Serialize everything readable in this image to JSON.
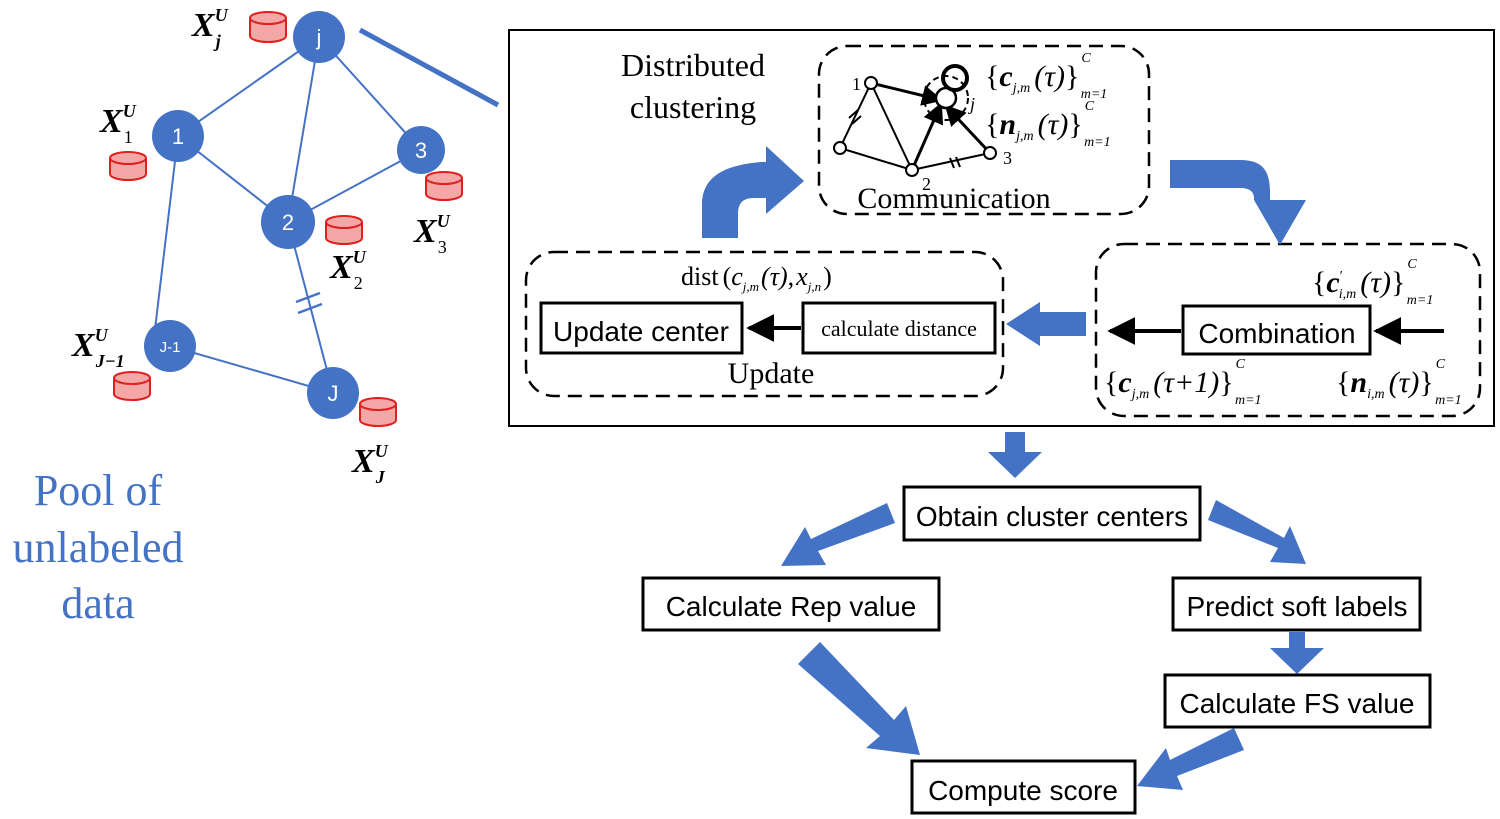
{
  "network": {
    "nodes": {
      "j": "j",
      "n1": "1",
      "n3": "3",
      "n2": "2",
      "jm1": "J-1",
      "J": "J"
    },
    "data_labels": {
      "xj": {
        "base": "X",
        "sup": "U",
        "sub": "j"
      },
      "x1": {
        "base": "X",
        "sup": "U",
        "sub": "1"
      },
      "x2": {
        "base": "X",
        "sup": "U",
        "sub": "2"
      },
      "x3": {
        "base": "X",
        "sup": "U",
        "sub": "3"
      },
      "xjm1": {
        "base": "X",
        "sup": "U",
        "sub": "J−1"
      },
      "xJ": {
        "base": "X",
        "sup": "U",
        "sub": "J"
      }
    },
    "pool_label": [
      "Pool of",
      "unlabeled",
      "data"
    ]
  },
  "distributed": {
    "title": [
      "Distributed",
      "clustering"
    ],
    "communication": {
      "label": "Communication",
      "mini_nodes": {
        "a": "1",
        "b": "2",
        "c": "3",
        "j": "j"
      },
      "set_c": {
        "open": "{",
        "symbol": "c",
        "sub": "j,m",
        "arg": "(τ)",
        "close": "}",
        "upper": "C",
        "lower": "m=1"
      },
      "set_n": {
        "open": "{",
        "symbol": "n",
        "sub": "j,m",
        "arg": "(τ)",
        "close": "}",
        "upper": "C",
        "lower": "m=1"
      }
    },
    "combination": {
      "label": "Combination",
      "set_cprime": {
        "open": "{",
        "symbol": "c",
        "prime": "′",
        "sub": "i,m",
        "arg": "(τ)",
        "close": "}",
        "upper": "C",
        "lower": "m=1"
      },
      "set_next": {
        "open": "{",
        "symbol": "c",
        "sub": "j,m",
        "arg": "(τ+1)",
        "close": "}",
        "upper": "C",
        "lower": "m=1"
      },
      "set_n": {
        "open": "{",
        "symbol": "n",
        "sub": "i,m",
        "arg": "(τ)",
        "close": "}",
        "upper": "C",
        "lower": "m=1"
      }
    },
    "update": {
      "label": "Update",
      "update_center": "Update center",
      "calc_distance": "calculate distance",
      "dist_formula": {
        "fn": "dist",
        "a": "c",
        "a_sub": "j,m",
        "arg": "(τ)",
        "b": "x",
        "b_sub": "j,n"
      }
    }
  },
  "flow": {
    "obtain": "Obtain cluster centers",
    "rep": "Calculate Rep value",
    "soft": "Predict soft labels",
    "fs": "Calculate FS value",
    "score": "Compute score"
  },
  "colors": {
    "node_fill": "#4472c4",
    "edge": "#4472c4",
    "arrow": "#4472c4",
    "db_fill": "#f4a7a7",
    "db_stroke": "#e0201f",
    "pool_text": "#4472c4",
    "black": "#000000"
  }
}
